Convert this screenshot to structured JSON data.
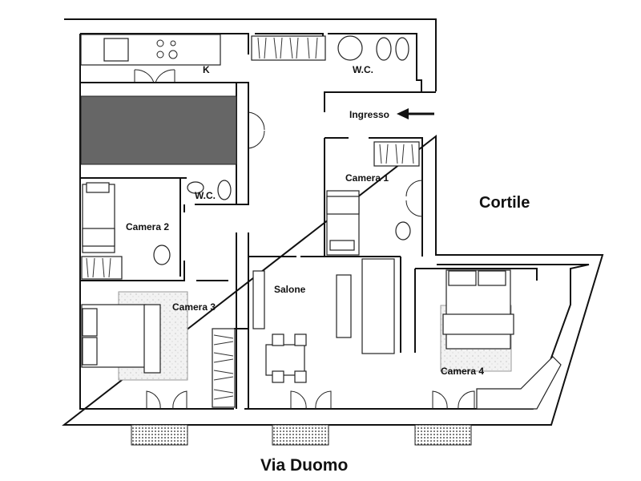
{
  "title": "Floor plan",
  "rooms": {
    "kitchen": "K",
    "wc_main": "W.C.",
    "wc_small": "W.C.",
    "entrance": "Ingresso",
    "camera1": "Camera 1",
    "camera2": "Camera 2",
    "camera3": "Camera 3",
    "salone": "Salone",
    "camera4": "Camera 4"
  },
  "outside": {
    "courtyard": "Cortile",
    "street": "Via Duomo"
  },
  "colors": {
    "walls": "#111111",
    "table": "#666666"
  }
}
